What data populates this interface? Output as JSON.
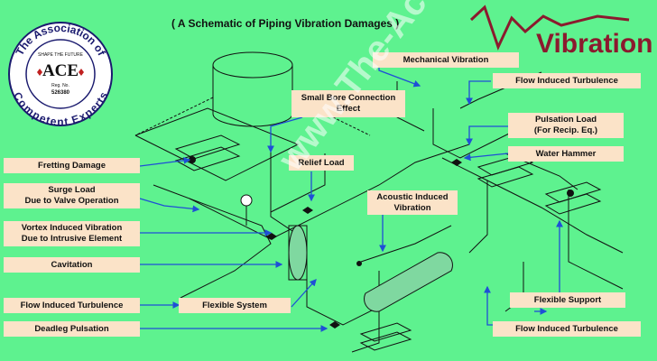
{
  "title": "( A Schematic of Piping Vibration Damages )",
  "logo": {
    "org_top": "The Association of",
    "org_bottom": "Competent Experts",
    "tagline": "SHAPE THE FUTURE",
    "acronym": "ACE",
    "reg_label": "Reg. No.",
    "reg_number": "526380"
  },
  "brand": "Vibration",
  "watermark": "www.The-Aces.org",
  "labels": {
    "mechanical_vibration": "Mechanical Vibration",
    "flow_turbulence_top": "Flow Induced Turbulence",
    "small_bore": "Small Bore Connection\nEffect",
    "pulsation_load": "Pulsation Load\n(For Recip. Eq.)",
    "water_hammer": "Water Hammer",
    "relief_load": "Relief Load",
    "fretting_damage": "Fretting Damage",
    "surge_load": "Surge Load\nDue to Valve Operation",
    "acoustic": "Acoustic Induced\nVibration",
    "vortex": "Vortex Induced Vibration\nDue to Intrusive Element",
    "cavitation": "Cavitation",
    "flexible_support": "Flexible Support",
    "flow_turbulence_left": "Flow Induced Turbulence",
    "flexible_system": "Flexible System",
    "flow_turbulence_bottom": "Flow Induced Turbulence",
    "deadleg": "Deadleg Pulsation"
  },
  "colors": {
    "background": "#5ef28f",
    "label_fill": "#fbe3c8",
    "arrow": "#1f4fd6",
    "pipe": "#111111",
    "brand": "#8b1a2e"
  }
}
